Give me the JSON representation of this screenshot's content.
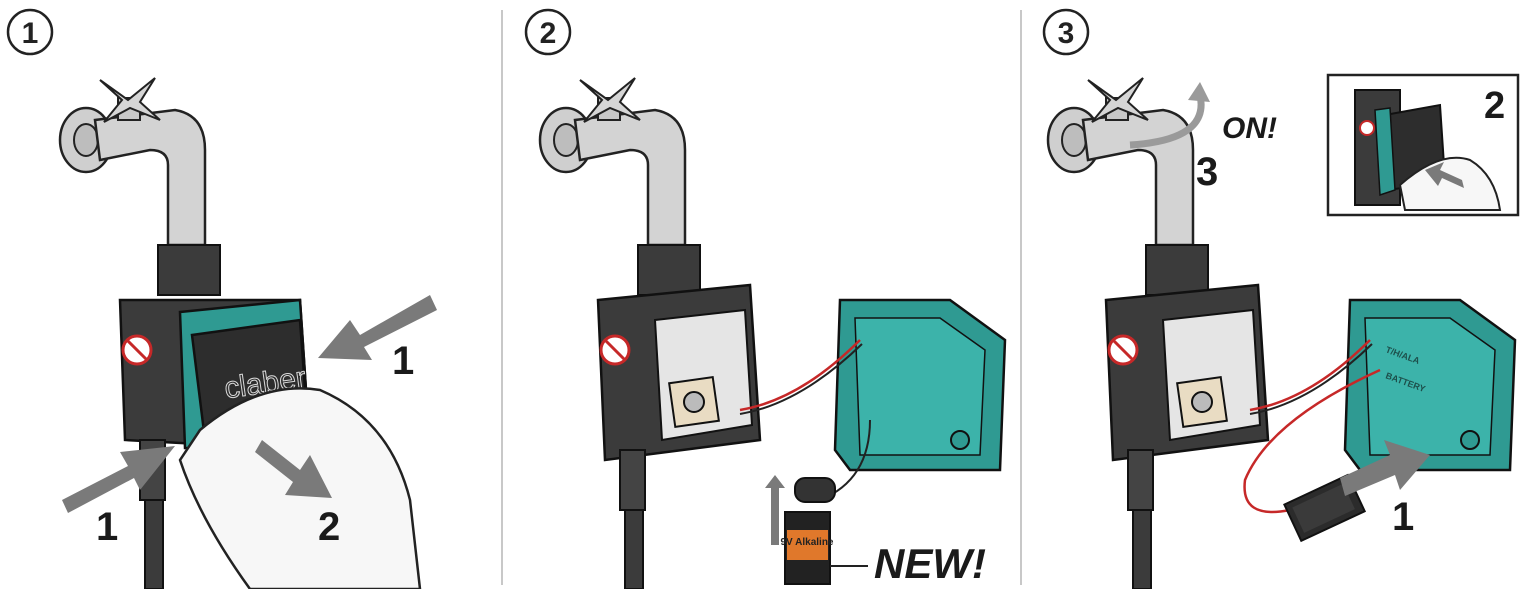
{
  "steps": [
    {
      "number": "1",
      "callouts": {
        "press_right": "1",
        "press_left": "1",
        "pull": "2"
      },
      "brand": "claber"
    },
    {
      "number": "2",
      "new_label": "NEW!",
      "battery_label": "9V Alkaline"
    },
    {
      "number": "3",
      "on_label": "ON!",
      "turn_step": "3",
      "insert_step": "1",
      "inset_step": "2",
      "cover_labels": [
        "T/H/ALA",
        "BATTERY"
      ]
    }
  ],
  "colors": {
    "teal": "#2f9a92",
    "teal_dark": "#1c6b66",
    "body_dark": "#3b3b3b",
    "faucet": "#d3d3d3",
    "arrow_gray": "#7a7a7a",
    "divider": "#b5b5b5",
    "battery_orange": "#e0782b"
  }
}
